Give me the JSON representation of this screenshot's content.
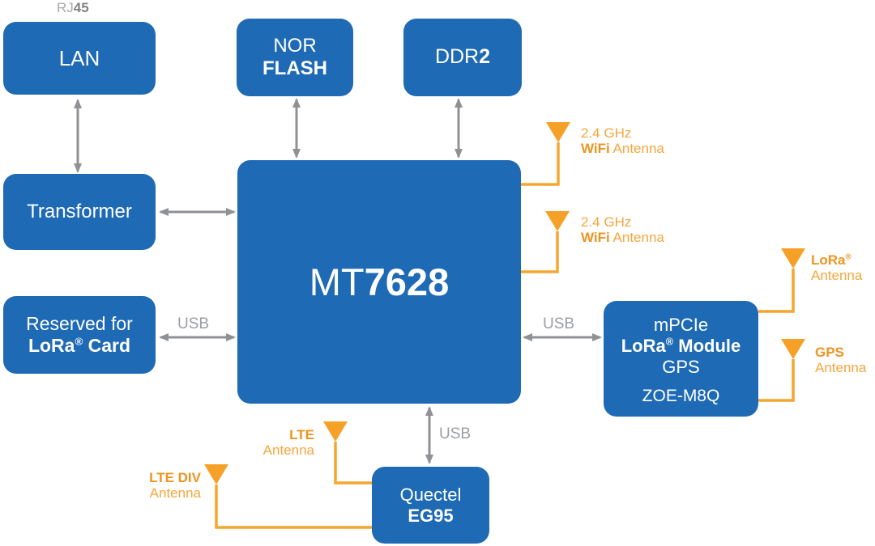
{
  "colors": {
    "block_blue": "#1e6ab5",
    "arrow_gray": "#8f9194",
    "label_gray": "#9c9ea1",
    "accent_orange": "#f6a62f",
    "orange_text_bold": "#ef9420",
    "text_white": "#ffffff"
  },
  "blocks": {
    "lan": {
      "label": "LAN"
    },
    "transformer": {
      "label": "Transformer"
    },
    "reserved": {
      "l1": "Reserved for",
      "l2b": "LoRa",
      "l2sup": "®",
      "l2r": " Card"
    },
    "nor_flash": {
      "l1": "NOR",
      "l2": "FLASH"
    },
    "ddr2": {
      "p1": "DDR",
      "p2": "2"
    },
    "mt7628": {
      "p1": "MT",
      "p2": "7628"
    },
    "mpcie": {
      "l1": "mPCIe",
      "l2b": "LoRa",
      "l2sup": "®",
      "l2r": " Module",
      "l3": "GPS",
      "l4": "ZOE-M8Q"
    },
    "quectel": {
      "l1": "Quectel",
      "l2": "EG95"
    }
  },
  "labels": {
    "rj45": {
      "p1": "RJ",
      "p2": "45"
    },
    "usb_lora_card": "USB",
    "usb_mpcie": "USB",
    "usb_modem": "USB",
    "wifi_antenna_1": {
      "l1": "2.4 GHz",
      "b": "WiFi",
      "r": " Antenna"
    },
    "wifi_antenna_2": {
      "l1": "2.4 GHz",
      "b": "WiFi",
      "r": " Antenna"
    },
    "lora_antenna": {
      "b": "LoRa",
      "sup": "®",
      "r": "Antenna"
    },
    "gps_antenna": {
      "b": "GPS",
      "r": "Antenna"
    },
    "lte_antenna": {
      "b": "LTE",
      "r": "Antenna"
    },
    "lte_div_antenna": {
      "b": "LTE DIV",
      "r": "Antenna"
    }
  }
}
